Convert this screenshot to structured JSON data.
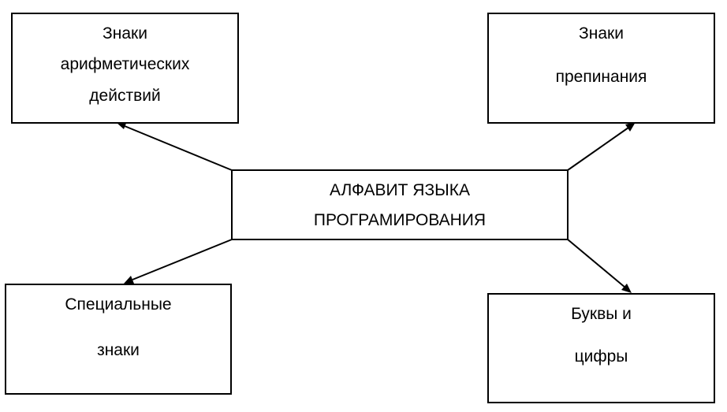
{
  "diagram": {
    "center": {
      "line1": "АЛФАВИТ ЯЗЫКА",
      "line2": "ПРОГРАМИРОВАНИЯ"
    },
    "top_left": {
      "line1": "Знаки",
      "line2": "арифметических",
      "line3": "действий"
    },
    "top_right": {
      "line1": "Знаки",
      "line2": "препинания"
    },
    "bottom_left": {
      "line1": "Специальные",
      "line2": "знаки"
    },
    "bottom_right": {
      "line1": "Буквы и",
      "line2": "цифры"
    }
  }
}
